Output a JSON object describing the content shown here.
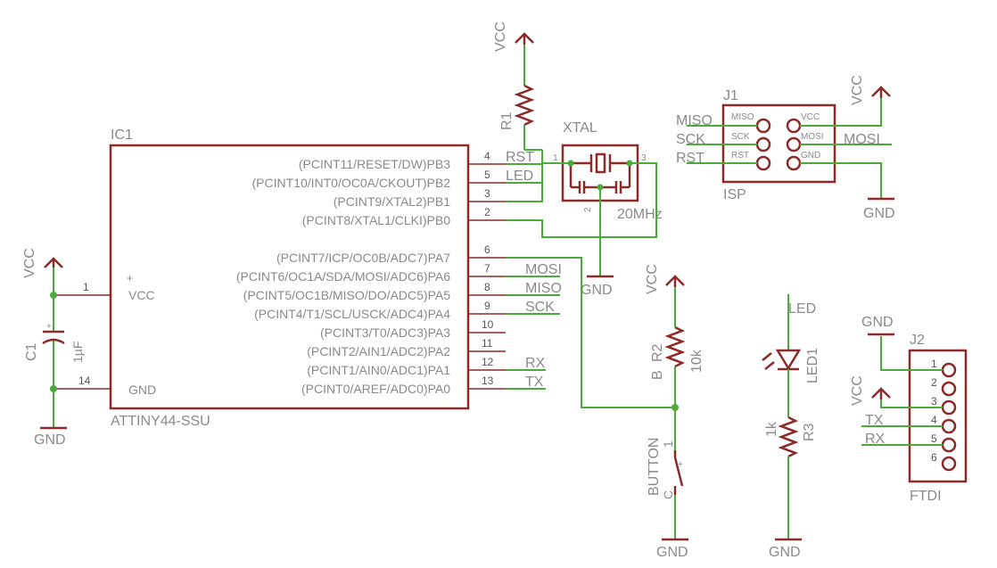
{
  "ic1": {
    "ref": "IC1",
    "value": "ATTINY44-SSU",
    "vcc_label": "VCC",
    "gnd_label": "GND",
    "pin1": "1",
    "pin14": "14",
    "right_pins": [
      {
        "num": "4",
        "label": "(PCINT11/RESET/DW)PB3",
        "net": "RST"
      },
      {
        "num": "5",
        "label": "(PCINT10/INT0/OC0A/CKOUT)PB2",
        "net": "LED"
      },
      {
        "num": "3",
        "label": "(PCINT9/XTAL2)PB1",
        "net": ""
      },
      {
        "num": "2",
        "label": "(PCINT8/XTAL1/CLKI)PB0",
        "net": ""
      },
      {
        "num": "6",
        "label": "(PCINT7/ICP/OC0B/ADC7)PA7",
        "net": ""
      },
      {
        "num": "7",
        "label": "(PCINT6/OC1A/SDA/MOSI/ADC6)PA6",
        "net": "MOSI"
      },
      {
        "num": "8",
        "label": "(PCINT5/OC1B/MISO/DO/ADC5)PA5",
        "net": "MISO"
      },
      {
        "num": "9",
        "label": "(PCINT4/T1/SCL/USCK/ADC4)PA4",
        "net": "SCK"
      },
      {
        "num": "10",
        "label": "(PCINT3/T0/ADC3)PA3",
        "net": ""
      },
      {
        "num": "11",
        "label": "(PCINT2/AIN1/ADC2)PA2",
        "net": ""
      },
      {
        "num": "12",
        "label": "(PCINT1/AIN0/ADC1)PA1",
        "net": "RX"
      },
      {
        "num": "13",
        "label": "(PCINT0/AREF/ADC0)PA0",
        "net": "TX"
      }
    ]
  },
  "supply": {
    "vcc": "VCC",
    "gnd": "GND"
  },
  "c1": {
    "ref": "C1",
    "value": "1µF"
  },
  "r1": {
    "ref": "R1"
  },
  "xtal": {
    "ref": "XTAL",
    "value": "20MHz",
    "pin1": "1",
    "pin2": "2",
    "pin3": "3"
  },
  "j1": {
    "ref": "J1",
    "value": "ISP",
    "left_pins": [
      "MISO",
      "SCK",
      "RST"
    ],
    "right_pins": [
      "VCC",
      "MOSI",
      "GND"
    ],
    "nets_left": [
      "MISO",
      "SCK",
      "RST"
    ],
    "net_right": "MOSI"
  },
  "r2": {
    "ref": "R2",
    "value": "10k",
    "extra": "B"
  },
  "button": {
    "ref": "BUTTON",
    "pin_c": "C",
    "pin_1": "1"
  },
  "led1": {
    "ref": "LED1",
    "net": "LED"
  },
  "r3": {
    "ref": "R3",
    "value": "1k"
  },
  "j2": {
    "ref": "J2",
    "value": "FTDI",
    "pins": [
      "1",
      "2",
      "3",
      "4",
      "5",
      "6"
    ],
    "nets": {
      "tx": "TX",
      "rx": "RX"
    }
  }
}
